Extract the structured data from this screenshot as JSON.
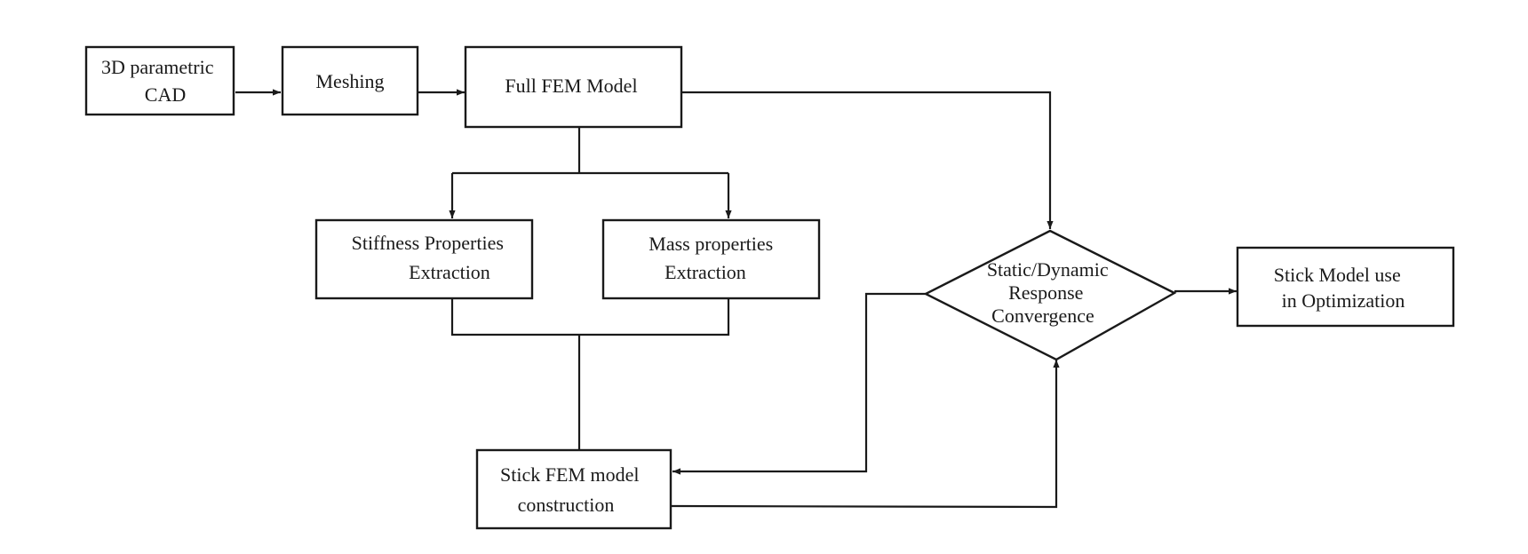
{
  "nodes": {
    "cad": {
      "lines": [
        "3D parametric",
        "CAD"
      ]
    },
    "meshing": {
      "lines": [
        "Meshing"
      ]
    },
    "full_fem": {
      "lines": [
        "Full FEM Model"
      ]
    },
    "stiffness": {
      "lines": [
        "Stiffness Properties",
        "Extraction"
      ]
    },
    "mass": {
      "lines": [
        "Mass properties",
        "Extraction"
      ]
    },
    "convergence": {
      "lines": [
        "Static/Dynamic",
        "Response",
        "Convergence"
      ]
    },
    "optimization": {
      "lines": [
        "Stick Model use",
        "in Optimization"
      ]
    },
    "stick_fem": {
      "lines": [
        "Stick FEM model",
        "construction"
      ]
    }
  },
  "colors": {
    "stroke": "#1a1a1a",
    "background": "#ffffff"
  }
}
